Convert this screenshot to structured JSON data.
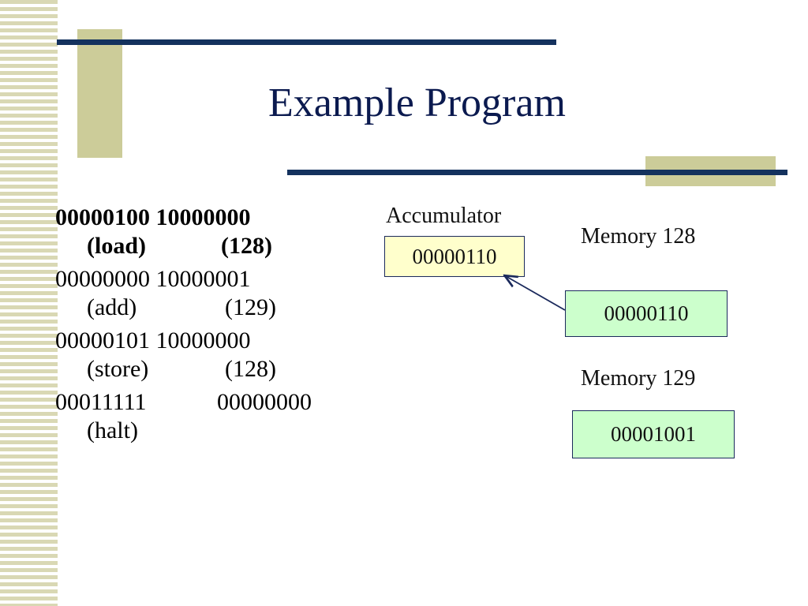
{
  "slide": {
    "title": "Example Program",
    "program": [
      {
        "line1": "00000100 10000000",
        "line2a": "(load)",
        "line2b": "(128)",
        "bold": true
      },
      {
        "line1": "00000000 10000001",
        "line2a": "(add)",
        "line2b": "(129)",
        "bold": false
      },
      {
        "line1": "00000101 10000000",
        "line2a": "(store)",
        "line2b": "(128)",
        "bold": false
      },
      {
        "line1a": "00011111",
        "line1b": "00000000",
        "line2a": "(halt)",
        "line2b": "",
        "bold": false
      }
    ],
    "accumulator": {
      "label": "Accumulator",
      "value": "00000110"
    },
    "memory128": {
      "label": "Memory 128",
      "value": "00000110"
    },
    "memory129": {
      "label": "Memory 129",
      "value": "00001001"
    }
  },
  "colors": {
    "title": "#0b1a4f",
    "rule": "#14325e",
    "deco": "#cccc99",
    "stripes": "#d9d8b4",
    "accumulator_fill": "#ffffcc",
    "memory_fill": "#ccffcc"
  }
}
